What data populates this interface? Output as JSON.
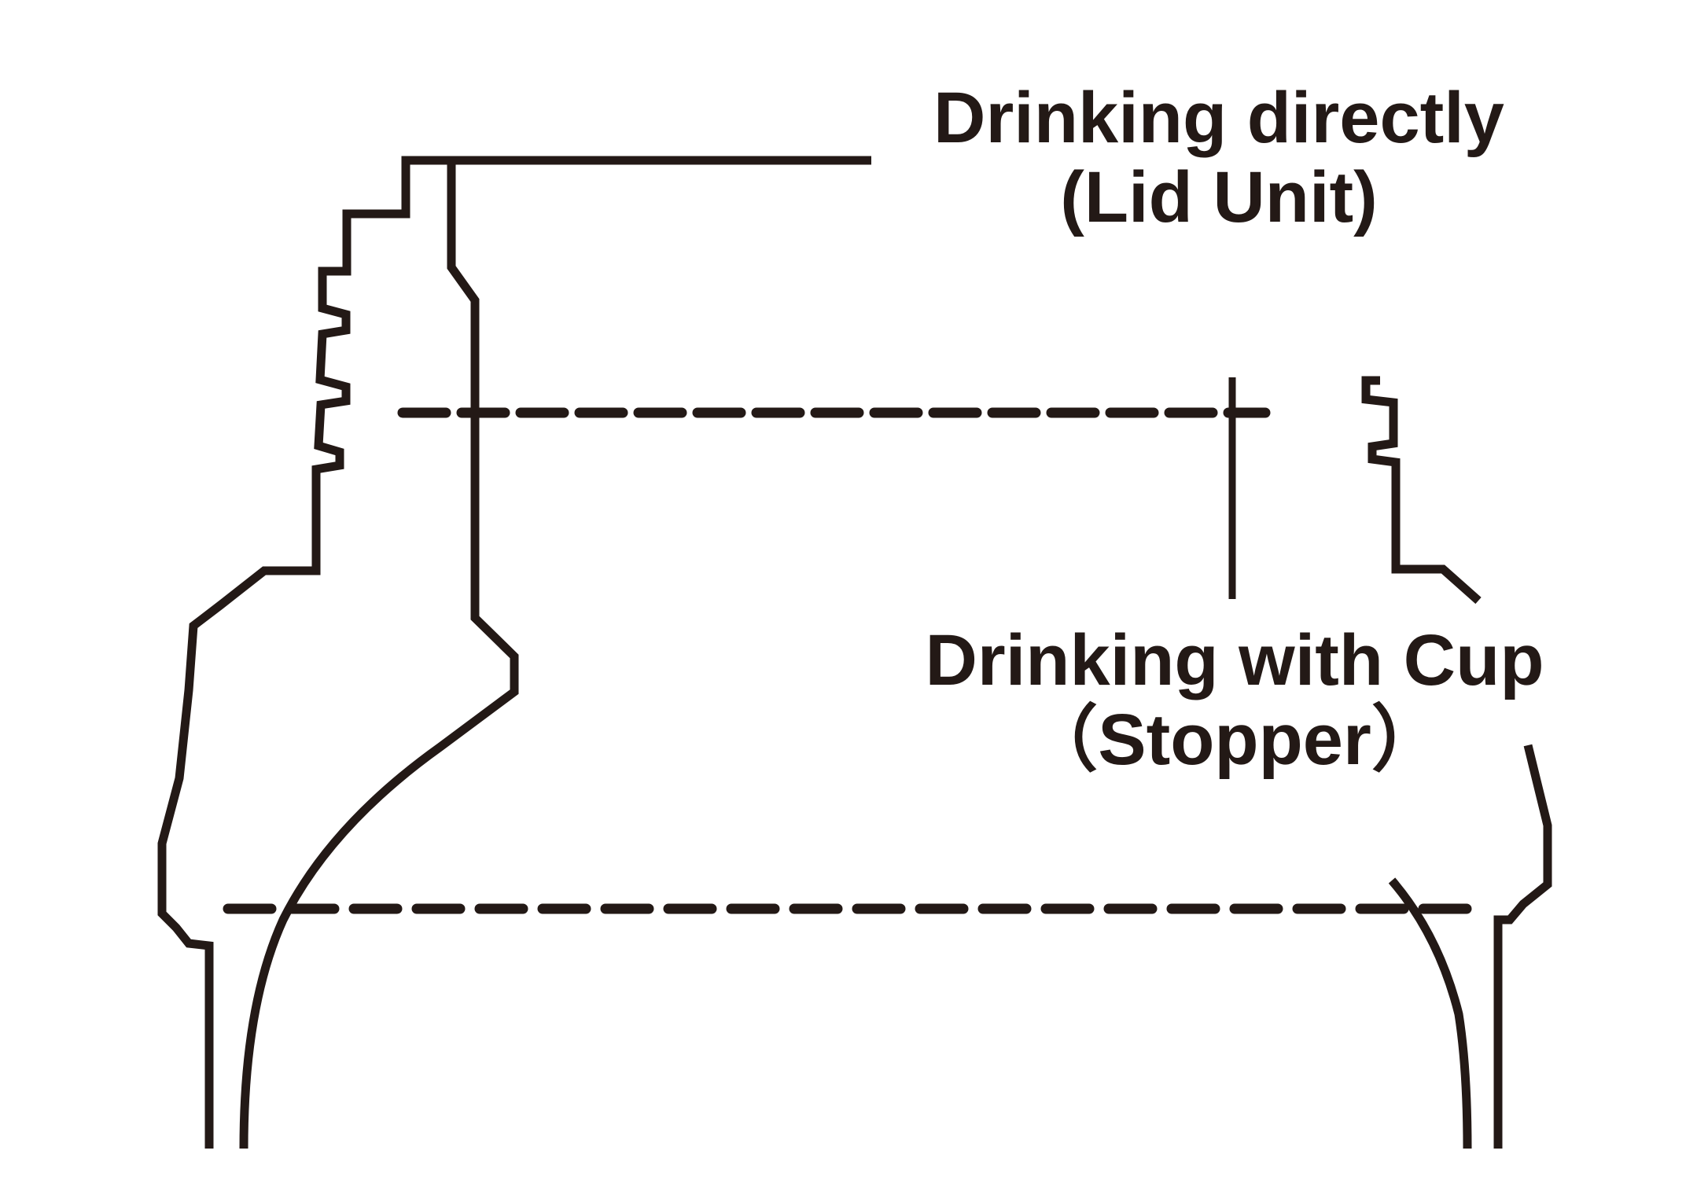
{
  "labels": {
    "lid_unit": {
      "line1": "Drinking directly",
      "line2": "(Lid Unit)"
    },
    "stopper": {
      "line1": "Drinking with Cup",
      "line2": "（Stopper）"
    }
  },
  "colors": {
    "ink": "#231916",
    "background": "#ffffff"
  }
}
